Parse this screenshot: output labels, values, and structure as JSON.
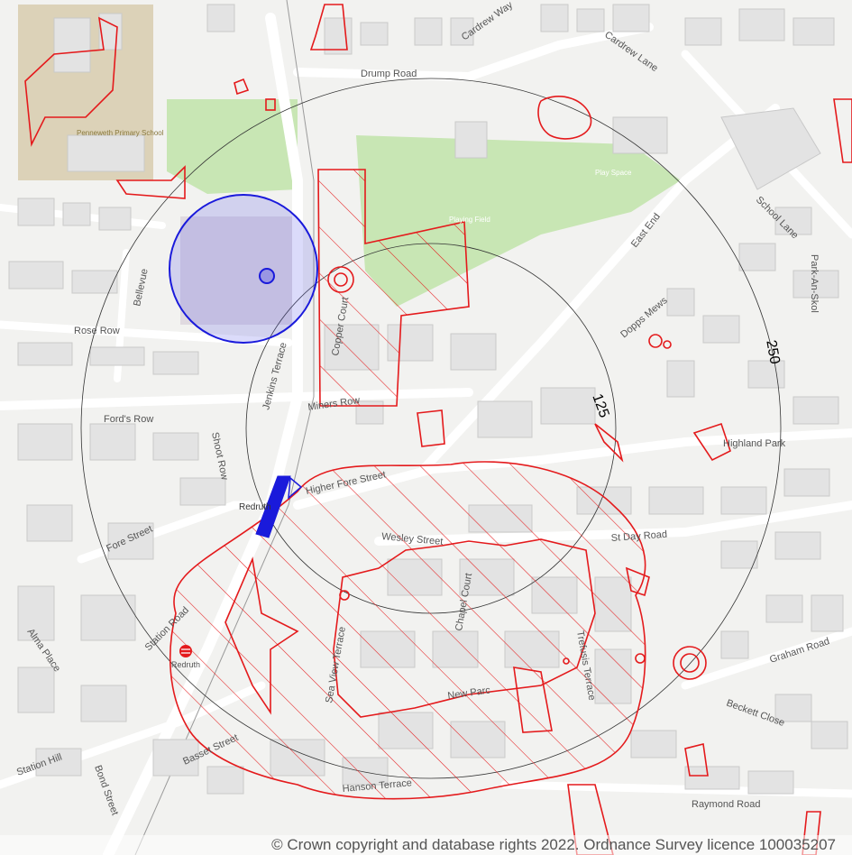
{
  "map": {
    "roads": {
      "drump_road": "Drump Road",
      "cardrew_way": "Cardrew Way",
      "cardrew_lane": "Cardrew Lane",
      "school_lane": "School Lane",
      "park_an_skol": "Park-An-Skol",
      "east_end": "East End",
      "dopps_mews": "Dopps Mews",
      "highland_park": "Highland Park",
      "rose_row": "Rose Row",
      "bellevue": "Bellevue",
      "fords_row": "Ford's Row",
      "jenkins_terrace": "Jenkins Terrace",
      "miners_row": "Miners Row",
      "shoot_row": "Shoot Row",
      "higher_fore_street": "Higher Fore Street",
      "fore_street": "Fore Street",
      "wesley_street": "Wesley Street",
      "st_day_road": "St Day Road",
      "station_road": "Station Road",
      "alma_place": "Alma Place",
      "station_hill": "Station Hill",
      "bond_street": "Bond Street",
      "basset_street": "Basset Street",
      "sea_view_terrace": "Sea View Terrace",
      "new_parc": "New Parc",
      "graham_road": "Graham Road",
      "beckett_close": "Beckett Close",
      "raymond_road": "Raymond Road",
      "hanson_terrace": "Hanson Terrace",
      "chapel_court": "Chapel Court",
      "copper_court": "Copper Court",
      "trefusis_terrace": "Trefusis Terrace"
    },
    "places": {
      "school": "Penneweth Primary School",
      "playing_field": "Playing Field",
      "play_space": "Play Space",
      "redruth_station": "Redruth",
      "redruth_marker": "Redruth"
    },
    "buffer_rings": {
      "inner_label": "125",
      "outer_label": "250",
      "inner_radius_m": 125,
      "outer_radius_m": 250
    },
    "colors": {
      "feature_red": "#e41a1c",
      "site_blue": "#1a1adb",
      "greenspace": "#c8e6b4",
      "school_grounds": "#dcd2b8",
      "buildings": "#e3e3e3",
      "ring": "#333333"
    },
    "copyright": "© Crown copyright and database rights 2022. Ordnance Survey licence 100035207"
  }
}
